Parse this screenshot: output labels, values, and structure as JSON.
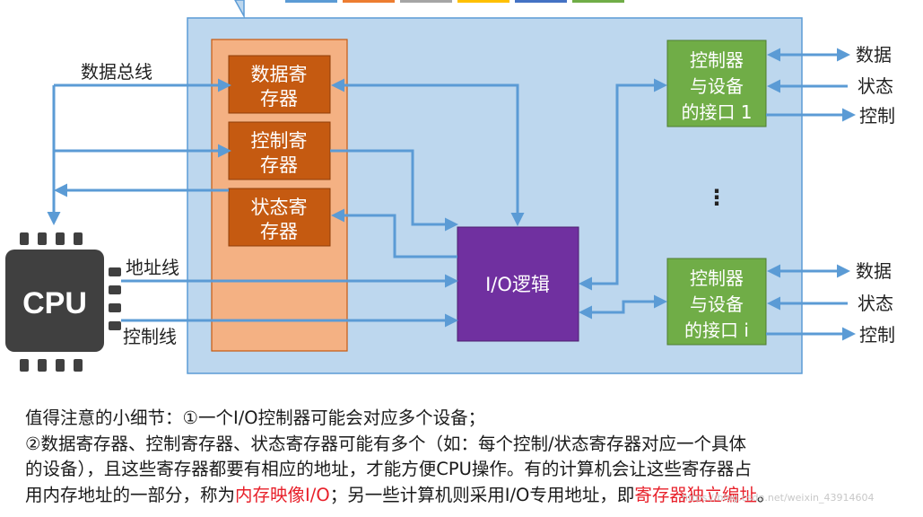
{
  "cpu": {
    "label": "CPU"
  },
  "buses": {
    "data": "数据总线",
    "address": "地址线",
    "control": "控制线"
  },
  "registers": [
    {
      "line1": "数据寄",
      "line2": "存器"
    },
    {
      "line1": "控制寄",
      "line2": "存器"
    },
    {
      "line1": "状态寄",
      "line2": "存器"
    }
  ],
  "io_logic": {
    "label": "I/O逻辑"
  },
  "interfaces": [
    {
      "line1": "控制器",
      "line2": "与设备",
      "line3": "的接口 1",
      "signals": [
        "数据",
        "状态",
        "控制"
      ]
    },
    {
      "line1": "控制器",
      "line2": "与设备",
      "line3": "的接口 i",
      "signals": [
        "数据",
        "状态",
        "控制"
      ]
    }
  ],
  "ellipsis": "⋮",
  "notes": {
    "line1": "值得注意的小细节：①一个I/O控制器可能会对应多个设备；",
    "line2": "②数据寄存器、控制寄存器、状态寄存器可能有多个（如：每个控制/状态寄存器对应一个具体",
    "line3": "的设备），且这些寄存器都要有相应的地址，才能方便CPU操作。有的计算机会让这些寄存器占",
    "line4_a": "用内存地址的一部分，称为",
    "line4_b": "内存映像I/O",
    "line4_c": "；另一些计算机则采用I/O专用地址，即",
    "line4_d": "寄存器独立编址",
    "line4_e": "。"
  },
  "watermark": "https://blog.csdn.net/weixin_43914604",
  "colors": {
    "controller_bg": "#bdd7ee",
    "register_column": "#f4b183",
    "register_box": "#c55a11",
    "io_logic": "#7030a0",
    "interface": "#70ad47",
    "arrow": "#5b9bd5",
    "cpu": "#404040",
    "highlight": "#e8202a"
  }
}
